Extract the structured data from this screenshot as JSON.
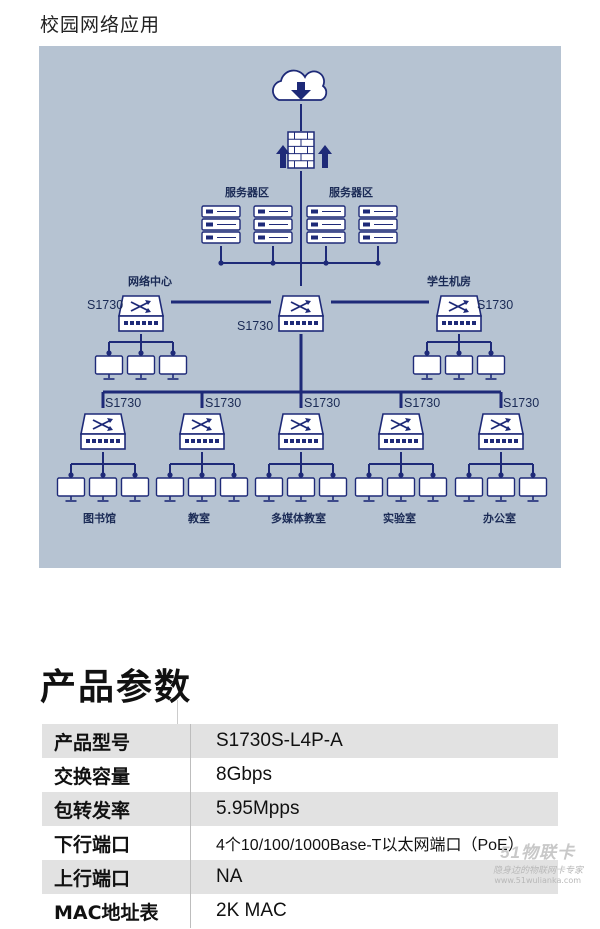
{
  "section_title": "校园网络应用",
  "diagram": {
    "server_zone_labels": [
      "服务器区",
      "服务器区"
    ],
    "network_center_label": "网络中心",
    "dorm_label": "学生机房",
    "switch_model": "S1730",
    "building_labels": [
      "图书馆",
      "教室",
      "多媒体教室",
      "实验室",
      "办公室"
    ],
    "icons": [
      "cloud-download-icon",
      "firewall-icon",
      "server-icon",
      "switch-icon",
      "monitor-icon"
    ],
    "colors": {
      "background": "#b6c3d2",
      "line": "#1e2a78",
      "icon_fill": "#ffffff"
    }
  },
  "params": {
    "title": "产品参数",
    "rows": [
      {
        "key": "产品型号",
        "value": "S1730S-L4P-A"
      },
      {
        "key": "交换容量",
        "value": "8Gbps"
      },
      {
        "key": "包转发率",
        "value": "5.95Mpps"
      },
      {
        "key": "下行端口",
        "value": "4个10/100/1000Base-T以太网端口（PoE）"
      },
      {
        "key": "上行端口",
        "value": "NA"
      },
      {
        "key": "MAC地址表",
        "value": "2K MAC"
      }
    ]
  },
  "watermark": {
    "logo": "51物联卡",
    "slogan": "隐身边的物联网卡专家",
    "url": "www.51wulianka.com"
  }
}
